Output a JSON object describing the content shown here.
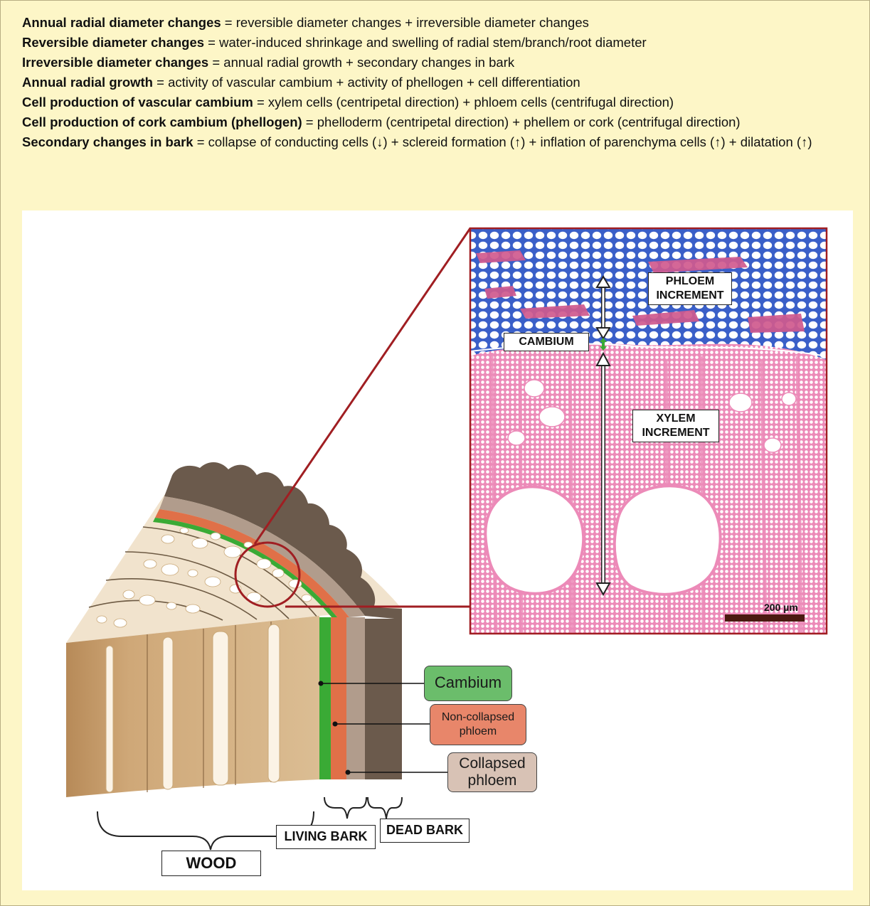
{
  "equations": [
    {
      "term": "Annual radial diameter changes",
      "rest": " = reversible diameter changes + irreversible diameter changes"
    },
    {
      "term": "Reversible diameter changes",
      "rest": " = water-induced shrinkage and  swelling of radial stem/branch/root diameter"
    },
    {
      "term": "Irreversible diameter changes",
      "rest": " = annual radial growth + secondary changes in bark"
    },
    {
      "term": "Annual radial growth",
      "rest": " = activity of vascular cambium + activity of phellogen + cell differentiation"
    },
    {
      "term": "Cell production of vascular cambium",
      "rest": " = xylem cells (centripetal direction) + phloem cells (centrifugal direction)"
    },
    {
      "term": "Cell production of cork cambium (phellogen)",
      "rest": " = phelloderm (centripetal direction) + phellem or cork (centrifugal direction)"
    },
    {
      "term": "Secondary changes in bark",
      "rest": " = collapse of conducting cells (↓) + sclereid formation (↑) + inflation of parenchyma cells (↑) + dilatation (↑)"
    }
  ],
  "micrograph": {
    "phloem_increment": "PHLOEM\nINCREMENT",
    "cambium": "CAMBIUM",
    "xylem_increment": "XYLEM\nINCREMENT",
    "scale_bar": "200 µm"
  },
  "legend": {
    "cambium": "Cambium",
    "non_collapsed_phloem": "Non-collapsed\nphloem",
    "collapsed_phloem": "Collapsed\nphloem"
  },
  "sections": {
    "wood": "WOOD",
    "living_bark": "LIVING BARK",
    "dead_bark": "DEAD BARK"
  },
  "colors": {
    "background": "#fdf6c7",
    "cambium": "#3aaa35",
    "non_collapsed_phloem": "#e07048",
    "collapsed_phloem": "#b19c8c",
    "dead_bark": "#6b5a4c",
    "phloem_stain": "#3a5fc8",
    "xylem_stain": "#ec8ab8",
    "zoom_lines": "#a01e22",
    "legend_cambium_fill": "#6bbd6b",
    "legend_noncollapsed_fill": "#e8866a",
    "legend_collapsed_fill": "#d8c2b5"
  }
}
